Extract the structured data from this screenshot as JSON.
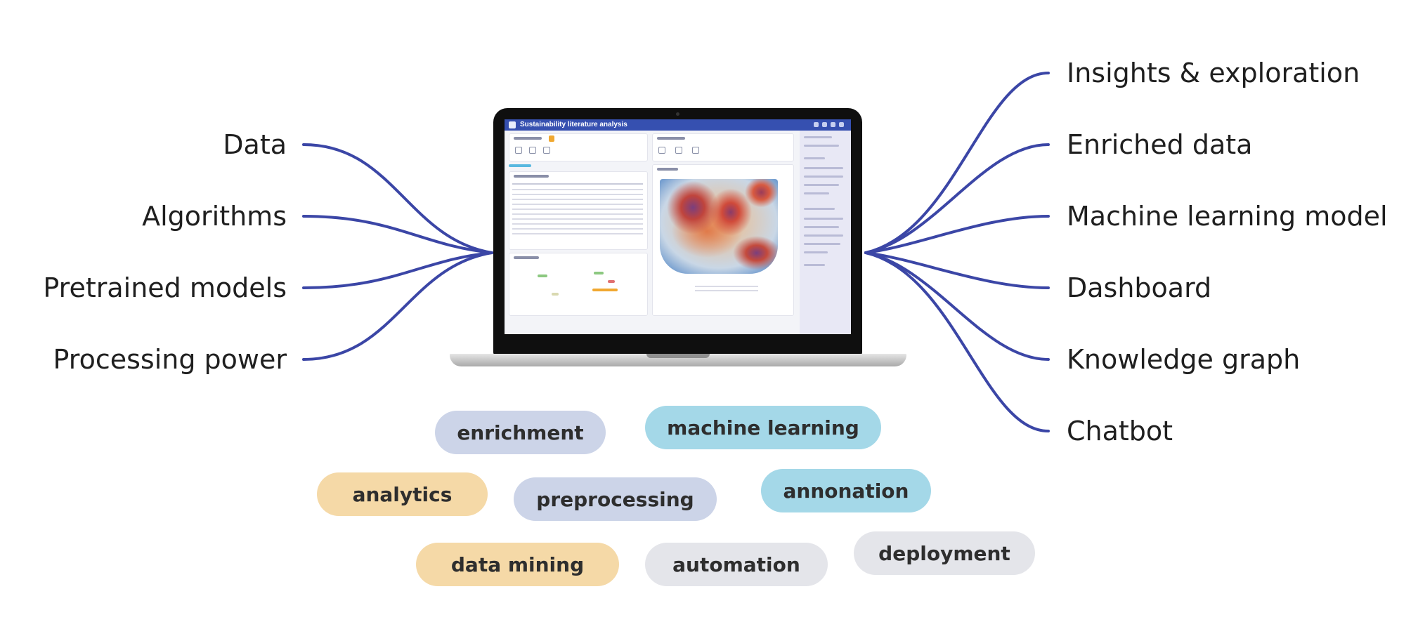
{
  "inputs": {
    "items": [
      {
        "label": "Data"
      },
      {
        "label": "Algorithms"
      },
      {
        "label": "Pretrained models"
      },
      {
        "label": "Processing power"
      }
    ]
  },
  "outputs": {
    "items": [
      {
        "label": "Insights & exploration"
      },
      {
        "label": "Enriched data"
      },
      {
        "label": "Machine learning model"
      },
      {
        "label": "Dashboard"
      },
      {
        "label": "Knowledge graph"
      },
      {
        "label": "Chatbot"
      }
    ]
  },
  "laptop": {
    "screen_title": "Sustainability literature analysis"
  },
  "tags": [
    {
      "label": "enrichment",
      "color": "#ccd4e8"
    },
    {
      "label": "machine learning",
      "color": "#a4d8e8"
    },
    {
      "label": "analytics",
      "color": "#f5d9a7"
    },
    {
      "label": "preprocessing",
      "color": "#ccd4e8"
    },
    {
      "label": "annonation",
      "color": "#a4d8e8"
    },
    {
      "label": "data mining",
      "color": "#f5d9a7"
    },
    {
      "label": "automation",
      "color": "#e4e5ea"
    },
    {
      "label": "deployment",
      "color": "#e4e5ea"
    }
  ],
  "colors": {
    "connector": "#3b46a6",
    "title_bar": "#3650b0"
  }
}
